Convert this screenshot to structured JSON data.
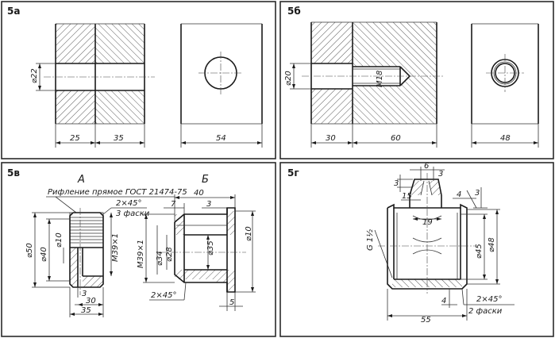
{
  "panels": {
    "a": {
      "label": "5а",
      "dims": {
        "dia": "⌀22",
        "w1": "25",
        "w2": "35",
        "w3": "54"
      }
    },
    "b": {
      "label": "5б",
      "dims": {
        "dia": "⌀20",
        "thread": "M18",
        "w1": "30",
        "w2": "60",
        "w3": "48"
      }
    },
    "v": {
      "label": "5в",
      "letter_a": "А",
      "letter_b": "Б",
      "knurl_note": "Рифление прямое ГОСТ 21474-75",
      "chamfer_a": "2×45°",
      "chamfer_a_note": "3 фаски",
      "dims": {
        "d50": "⌀50",
        "d40": "⌀40",
        "d10a": "⌀10",
        "thread_a": "M39×1",
        "w3": "3",
        "w30": "30",
        "w35": "35",
        "w40": "40",
        "w7": "7",
        "w3b": "3",
        "thread_b": "M39×1",
        "d34": "⌀34",
        "d28": "⌀28",
        "d35": "⌀35",
        "d10b": "⌀10",
        "chamfer_b": "2×45°",
        "w5": "5"
      }
    },
    "g": {
      "label": "5г",
      "pipe_thread": "G 1½",
      "dims": {
        "w6": "6",
        "w3a": "3",
        "w3b": "3",
        "w15": "15",
        "w4a": "4",
        "w3c": "3",
        "w19": "19",
        "d45": "⌀45",
        "d48": "⌀48",
        "w4b": "4",
        "w55": "55"
      },
      "chamfer": "2×45°",
      "chamfer_note": "2 фаски"
    }
  }
}
